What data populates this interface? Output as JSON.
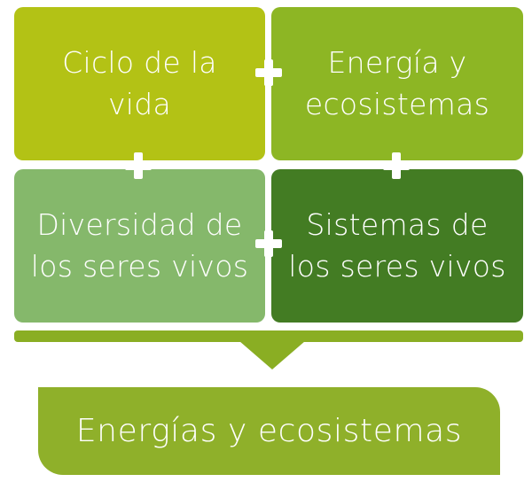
{
  "diagram": {
    "boxes": [
      {
        "id": "top-left",
        "label": "Ciclo de la\nvida",
        "color": "#b3c215"
      },
      {
        "id": "top-right",
        "label": "Energía y\necosistemas",
        "color": "#8db624"
      },
      {
        "id": "bottom-left",
        "label": "Diversidad de\nlos seres vivos",
        "color": "#85b86b"
      },
      {
        "id": "bottom-right",
        "label": "Sistemas de\nlos seres vivos",
        "color": "#437c23"
      }
    ],
    "connector_icon": "plus-icon",
    "bracket_color": "#8aae23",
    "result": {
      "label": "Energías y ecosistemas",
      "color": "#8fb02a"
    }
  }
}
